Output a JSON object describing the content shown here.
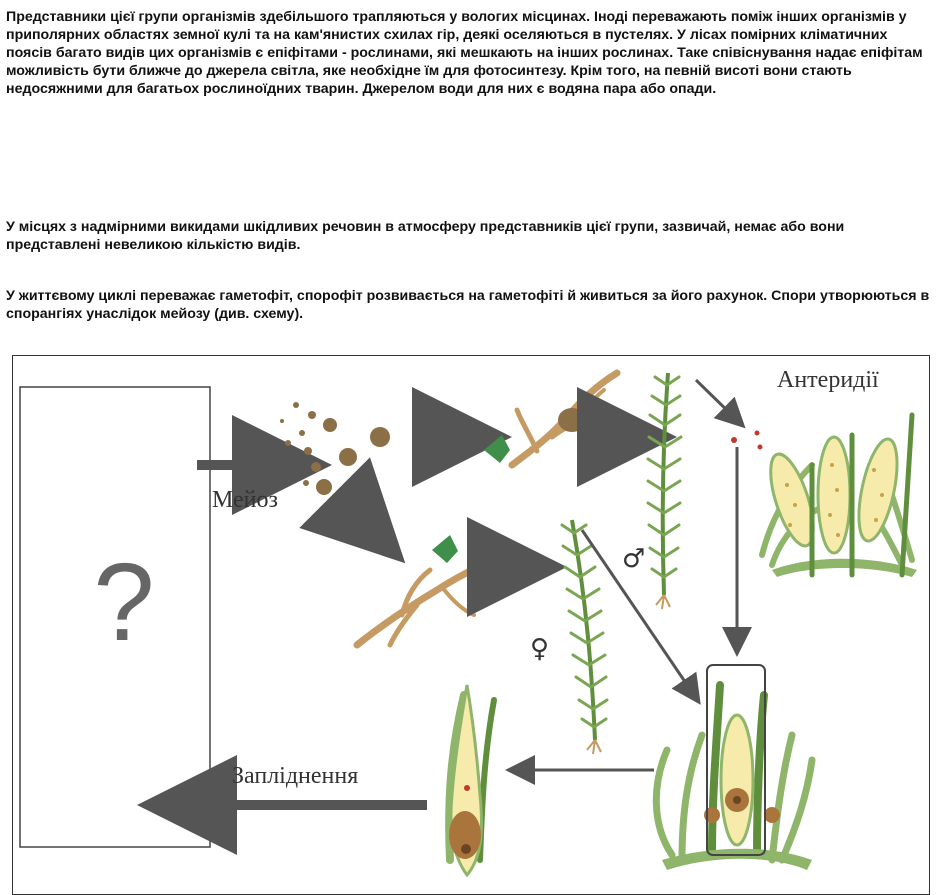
{
  "text": {
    "paragraph_1": "Представники цієї групи організмів здебільшого трапляються у вологих місцинах. Іноді переважають поміж інших організмів у приполярних областях земної кулі та на кам'янистих схилах гір, деякі оселяються в пустелях. У лісах помірних кліматичних поясів багато видів цих організмів є епіфітами - рослинами, які мешкають на інших рослинах. Таке співіснування надає епіфітам можливість бути ближче до джерела світла, яке необхідне їм для фотосинтезу. Крім того, на певній висоті вони стають недосяжними для багатьох рослиноїдних тварин. Джерелом води для них є водяна пара або опади.",
    "paragraph_2": "У місцях з надмірними викидами шкідливих речовин в атмосферу представників цієї групи, зазвичай, немає або вони представлені невеликою кількістю видів.",
    "paragraph_3": "У життєвому циклі переважає гаметофіт, спорофіт розвивається на гаметофіті й живиться за його рахунок. Спори утворюються в спорангіях унаслідок мейозу (див. схему)."
  },
  "diagram": {
    "unknown_mark": "?",
    "meiosis_label": "Мейоз",
    "antheridia_label": "Антеридії",
    "fertilization_label": "Запліднення",
    "male_symbol": "♂",
    "female_symbol": "♀",
    "colors": {
      "frame": "#333333",
      "arrow": "#555555",
      "moss_green": "#5f8f3c",
      "moss_light": "#8fb56b",
      "protonema": "#c69a63",
      "spore": "#8b6f47",
      "antheridium": "#f6ebaa",
      "zygote": "#a9753d"
    }
  }
}
